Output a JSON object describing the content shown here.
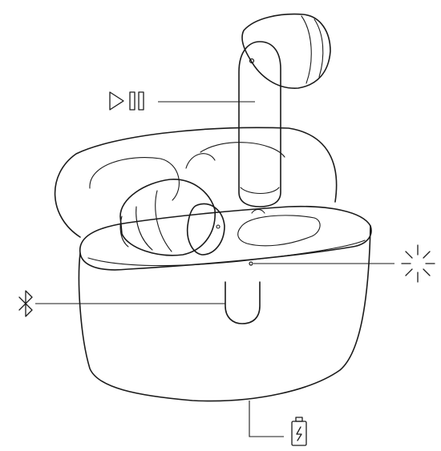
{
  "diagram": {
    "subject": "true-wireless-earbuds-charging-case",
    "line_color": "#1a1a1a",
    "background_color": "#ffffff",
    "callouts": [
      {
        "id": "play-pause",
        "icon": "play-pause-icon",
        "points_to": "earbud-touch-area"
      },
      {
        "id": "indicator",
        "icon": "led-light-icon",
        "points_to": "case-led-indicator"
      },
      {
        "id": "bluetooth",
        "icon": "bluetooth-icon",
        "points_to": "case-pairing-button"
      },
      {
        "id": "charging",
        "icon": "battery-charging-icon",
        "points_to": "case-charging-port"
      }
    ]
  }
}
